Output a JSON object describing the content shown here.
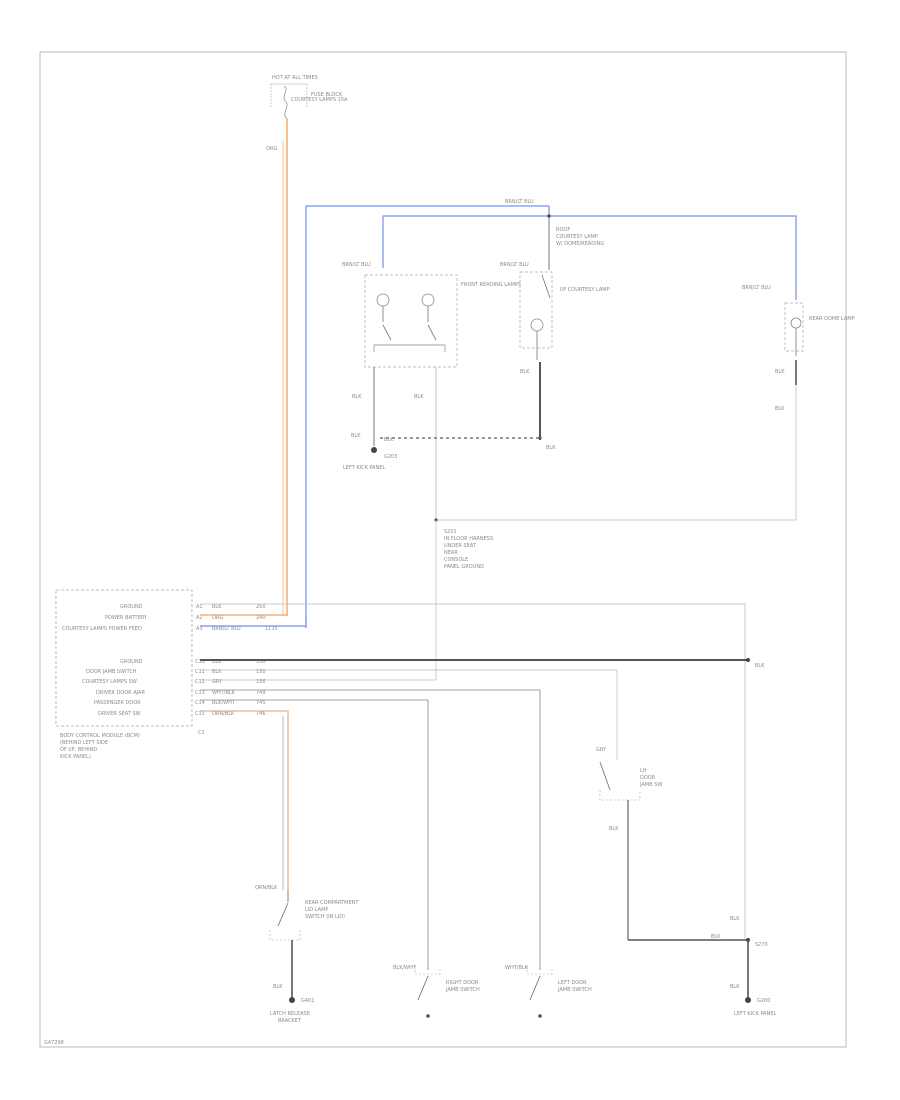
{
  "page": {
    "diagram_id": "G47298"
  },
  "fuse": {
    "title": "HOT AT ALL TIMES",
    "fuse_name": "COURTESY LAMPS 15A",
    "fuse_box": "FUSE BLOCK",
    "wire_color": "ORG"
  },
  "top_splice": {
    "wire_color": "BRN/LT BLU"
  },
  "courtesy_lamp_label": {
    "line1": "ROOF",
    "line2": "COURTESY LAMP",
    "line3": "W/ DOME/READING"
  },
  "front_lamps": {
    "wire_color": "BRN/LT BLU",
    "name": "FRONT READING LAMPS",
    "ground_wire": "BLK",
    "switch_wire": "BLK"
  },
  "center_lamp": {
    "wire_color": "BRN/LT BLU",
    "name": "I/P COURTESY LAMP",
    "ground_wire": "BLK"
  },
  "rear_lamp": {
    "wire_color": "BRN/LT BLU",
    "name": "REAR DOME LAMP",
    "wire_lower": "BLK",
    "ground_wire": "BLK"
  },
  "ground_left": {
    "wire": "BLK",
    "label": "G203",
    "location": "LEFT KICK PANEL",
    "splice": "BLK"
  },
  "ground_splice": {
    "wire": "BLK"
  },
  "splice_label": {
    "line1": "S201",
    "line2": "IN FLOOR HARNESS",
    "line3": "UNDER SEAT",
    "line4": "NEAR",
    "line5": "CONSOLE",
    "line6": "PANEL GROUND"
  },
  "module": {
    "title": "BODY CONTROL MODULE (BCM)",
    "sub1": "(BEHIND LEFT SIDE",
    "sub2": "OF I/P, BEHIND",
    "sub3": "KICK PANEL)",
    "connector": "C1",
    "pins": [
      {
        "pin": "A1",
        "label": "GROUND",
        "wire": "BLK",
        "circuit": "250"
      },
      {
        "pin": "A2",
        "label": "POWER BATTERY",
        "wire": "ORG",
        "circuit": "240"
      },
      {
        "pin": "A3",
        "label": "COURTESY LAMPS POWER FEED",
        "wire": "BRN/LT BLU",
        "circuit": "1135"
      },
      {
        "pin": "C16",
        "label": "GROUND",
        "wire": "BLK",
        "circuit": "350"
      },
      {
        "pin": "C11",
        "label": "DOOR JAMB SWITCH",
        "wire": "BLK",
        "circuit": "150"
      },
      {
        "pin": "C12",
        "label": "COURTESY LAMPS SW",
        "wire": "GRY",
        "circuit": "156"
      },
      {
        "pin": "C13",
        "label": "DRIVER DOOR AJAR",
        "wire": "WHT/BLK",
        "circuit": "749"
      },
      {
        "pin": "C14",
        "label": "PASSENGER DOOR",
        "wire": "BLK/WHT",
        "circuit": "745"
      },
      {
        "pin": "C15",
        "label": "DRIVER SEAT SW",
        "wire": "ORN/BLK",
        "circuit": "746"
      }
    ]
  },
  "lh_door_switch": {
    "wire_upper": "GRY",
    "name_line1": "LH",
    "name_line2": "DOOR",
    "name_line3": "JAMB SW",
    "wire_lower": "BLK"
  },
  "right_ground": {
    "wire_upper": "BLK",
    "splice_wire": "BLK",
    "splice": "S270",
    "wire_lower": "BLK",
    "label": "G200",
    "location": "LEFT KICK PANEL",
    "right_label": "BLK"
  },
  "rear_switch": {
    "wire": "ORN/BLK",
    "name_line1": "REAR COMPARTMENT",
    "name_line2": "LID LAMP",
    "name_line3": "SWITCH (IN LID)",
    "ground_wire": "BLK",
    "ground_label": "G401",
    "location_line1": "LATCH RELEASE",
    "location_line2": "BRACKET"
  },
  "right_door_switch": {
    "wire": "BLK/WHT",
    "name_line1": "RIGHT DOOR",
    "name_line2": "JAMB SWITCH"
  },
  "left_door_switch": {
    "wire": "WHT/BLK",
    "name_line1": "LEFT DOOR",
    "name_line2": "JAMB SWITCH"
  }
}
